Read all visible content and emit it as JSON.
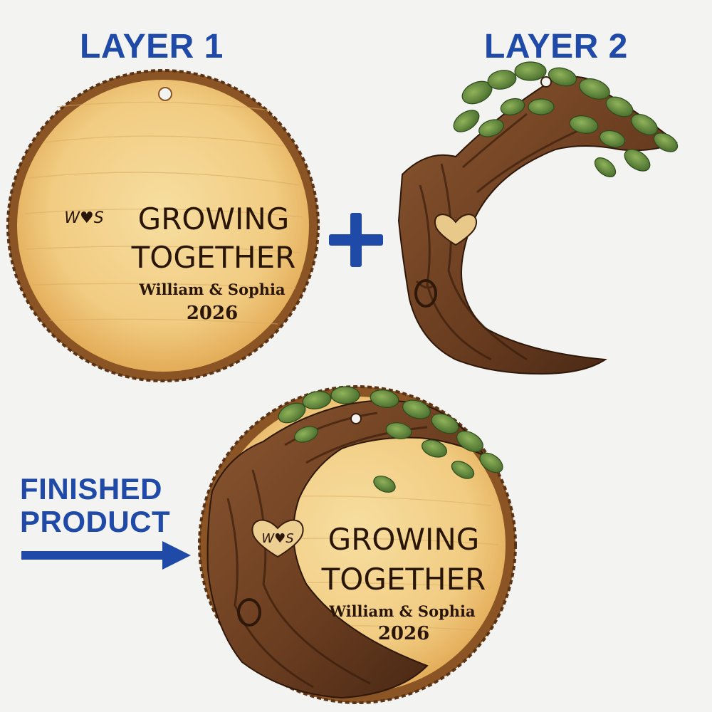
{
  "labels": {
    "layer1": "LAYER 1",
    "layer2": "LAYER 2",
    "finished_line1": "FINISHED",
    "finished_line2": "PRODUCT",
    "plus": "+"
  },
  "ornament": {
    "initials": "W♥S",
    "title_line1": "GROWING",
    "title_line2": "TOGETHER",
    "names": "William & Sophia",
    "year": "2026"
  },
  "colors": {
    "label_blue": "#1f4aa8",
    "wood_light": "#f4d48e",
    "wood_mid": "#e6b562",
    "bark_edge": "#8a5424",
    "trunk_dark": "#4a2a16",
    "trunk_mid": "#7a4a2a",
    "leaf_green": "#5f8a3a",
    "engraving": "#2a1608"
  },
  "icons": {
    "arrow": "right-arrow-icon",
    "plus": "plus-icon",
    "heart": "heart-icon",
    "hanging_hole": "hanging-hole-icon"
  }
}
